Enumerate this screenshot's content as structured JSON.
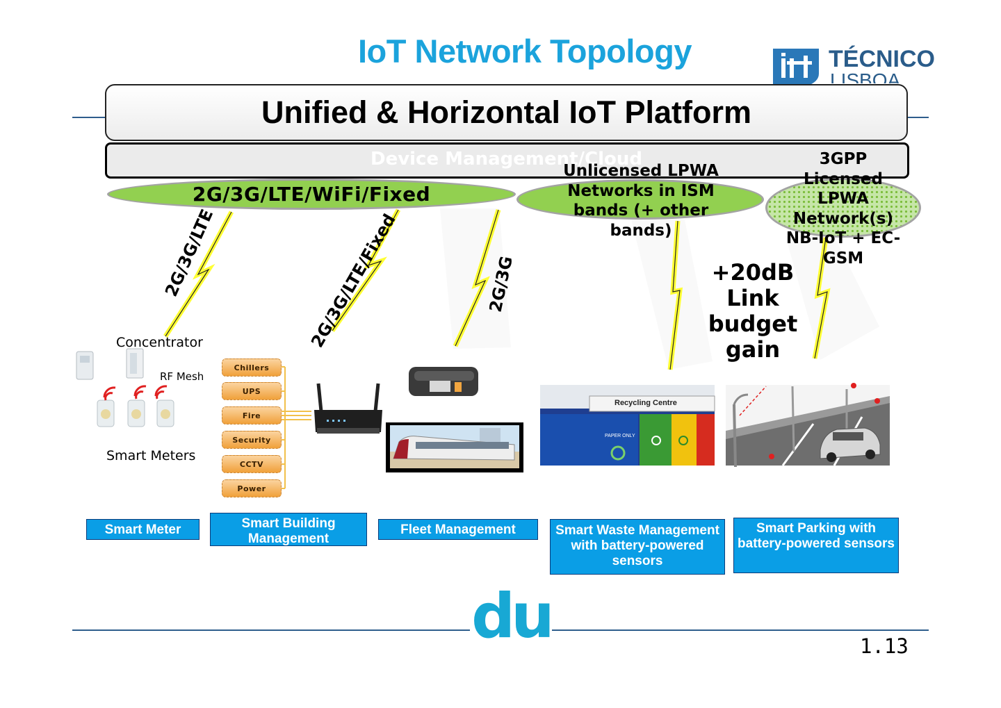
{
  "slide": {
    "title": "IoT Network Topology",
    "page_number": "1.13",
    "logo_text_line1": "TÉCNICO",
    "logo_text_line2": "LISBOA",
    "operator_logo_text": "du"
  },
  "platform": {
    "title": "Unified & Horizontal IoT Platform",
    "device_management": "Device Management/Cloud"
  },
  "networks": {
    "cellular": "2G/3G/LTE/WiFi/Fixed",
    "unlicensed": "Unlicensed LPWA Networks in ISM bands (+ other bands)",
    "licensed": "3GPP Licensed LPWA Network(s) NB-IoT + EC-GSM",
    "gain": "+20dB Link budget gain"
  },
  "links": {
    "meter": "2G/3G/LTE",
    "building": "2G/3G/LTE/Fixed",
    "fleet": "2G/3G"
  },
  "labels": {
    "concentrator": "Concentrator",
    "rf_mesh": "RF Mesh",
    "smart_meters": "Smart Meters",
    "recycling_sign": "Recycling Centre",
    "paper_only": "PAPER ONLY"
  },
  "building_systems": [
    "Chillers",
    "UPS",
    "Fire",
    "Security",
    "CCTV",
    "Power"
  ],
  "use_cases": {
    "meter": "Smart Meter",
    "building": "Smart Building Management",
    "fleet": "Fleet Management",
    "waste": "Smart Waste Management with battery-powered sensors",
    "parking": "Smart Parking with battery-powered sensors"
  },
  "colors": {
    "title_blue": "#1ba3dc",
    "network_green": "#92d050",
    "usecase_blue": "#0a9ee6",
    "lightning_yellow": "#ffff33",
    "rule_line": "#2e5d8c"
  }
}
